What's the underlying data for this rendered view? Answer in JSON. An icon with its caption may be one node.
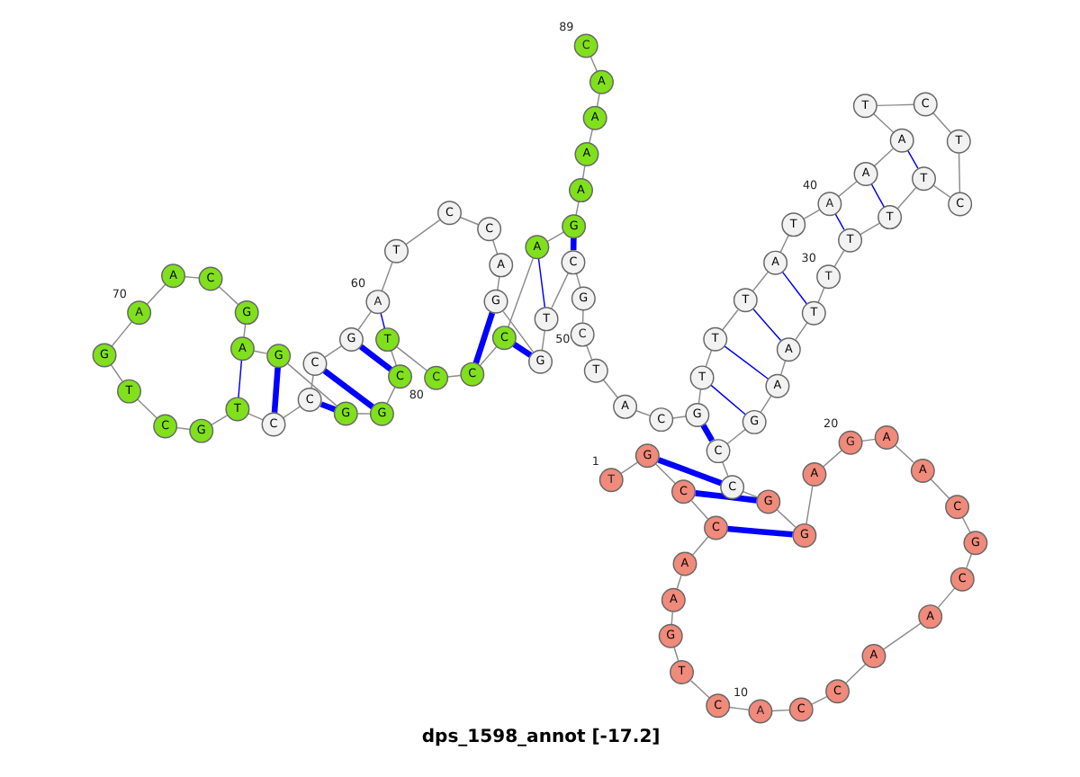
{
  "diagram": {
    "title": "dps_1598_annot [-17.2]",
    "nodes": [
      {
        "text": [
          "T"
        ],
        "beside": [
          "1"
        ]
      },
      {
        "text": [
          "G"
        ]
      },
      {
        "text": [
          "C"
        ]
      },
      {
        "text": [
          "C"
        ]
      },
      {
        "text": [
          "A"
        ]
      },
      {
        "text": [
          "A"
        ]
      },
      {
        "text": [
          "G"
        ]
      },
      {
        "text": [
          "T"
        ]
      },
      {
        "text": [
          "C"
        ]
      },
      {
        "text": [
          "A"
        ],
        "beside": [
          "10"
        ]
      },
      {
        "text": [
          "C"
        ]
      },
      {
        "text": [
          "C"
        ]
      },
      {
        "text": [
          "A"
        ]
      },
      {
        "text": [
          "A"
        ]
      },
      {
        "text": [
          "C"
        ]
      },
      {
        "text": [
          "G"
        ]
      },
      {
        "text": [
          "C"
        ]
      },
      {
        "text": [
          "A"
        ]
      },
      {
        "text": [
          "A"
        ]
      },
      {
        "text": [
          "G"
        ],
        "beside": [
          "20"
        ]
      },
      {
        "text": [
          "A"
        ]
      },
      {
        "text": [
          "G"
        ]
      },
      {
        "text": [
          "G"
        ]
      },
      {
        "text": [
          "C"
        ]
      },
      {
        "text": [
          "C"
        ]
      },
      {
        "text": [
          "G"
        ]
      },
      {
        "text": [
          "A"
        ]
      },
      {
        "text": [
          "A"
        ]
      },
      {
        "text": [
          "T"
        ]
      },
      {
        "text": [
          "T"
        ],
        "beside": [
          "30"
        ]
      },
      {
        "text": [
          "T"
        ]
      },
      {
        "text": [
          "T"
        ]
      },
      {
        "text": [
          "T"
        ]
      },
      {
        "text": [
          "C"
        ]
      },
      {
        "text": [
          "T"
        ]
      },
      {
        "text": [
          "C"
        ]
      },
      {
        "text": [
          "T"
        ]
      },
      {
        "text": [
          "A"
        ]
      },
      {
        "text": [
          "A"
        ]
      },
      {
        "text": [
          "A"
        ],
        "beside": [
          "40"
        ]
      },
      {
        "text": [
          "T"
        ]
      },
      {
        "text": [
          "A"
        ]
      },
      {
        "text": [
          "T"
        ]
      },
      {
        "text": [
          "T"
        ]
      },
      {
        "text": [
          "T"
        ]
      },
      {
        "text": [
          "G"
        ]
      },
      {
        "text": [
          "C"
        ]
      },
      {
        "text": [
          "A"
        ]
      },
      {
        "text": [
          "T"
        ]
      },
      {
        "text": [
          "C"
        ],
        "beside": [
          "50"
        ]
      },
      {
        "text": [
          "G"
        ]
      },
      {
        "text": [
          "C"
        ]
      },
      {
        "text": [
          "T"
        ]
      },
      {
        "text": [
          "G"
        ]
      },
      {
        "text": [
          "G"
        ]
      },
      {
        "text": [
          "A"
        ]
      },
      {
        "text": [
          "C"
        ]
      },
      {
        "text": [
          "C"
        ]
      },
      {
        "text": [
          "T"
        ]
      },
      {
        "text": [
          "A"
        ],
        "beside": [
          "60"
        ]
      },
      {
        "text": [
          "G"
        ]
      },
      {
        "text": [
          "C"
        ]
      },
      {
        "text": [
          "C"
        ]
      },
      {
        "text": [
          "C"
        ]
      },
      {
        "text": [
          "T"
        ]
      },
      {
        "text": [
          "G"
        ]
      },
      {
        "text": [
          "C"
        ]
      },
      {
        "text": [
          "T"
        ]
      },
      {
        "text": [
          "G"
        ]
      },
      {
        "text": [
          "A"
        ],
        "beside": [
          "70"
        ]
      },
      {
        "text": [
          "A"
        ]
      },
      {
        "text": [
          "C"
        ]
      },
      {
        "text": [
          "G"
        ]
      },
      {
        "text": [
          "A"
        ]
      },
      {
        "text": [
          "G"
        ]
      },
      {
        "text": [
          "G"
        ]
      },
      {
        "text": [
          "G"
        ]
      },
      {
        "text": [
          "C"
        ]
      },
      {
        "text": [
          "T"
        ]
      },
      {
        "text": [
          "C"
        ],
        "beside": [
          "80"
        ]
      },
      {
        "text": [
          "C"
        ]
      },
      {
        "text": [
          "C"
        ]
      },
      {
        "text": [
          "A"
        ]
      },
      {
        "text": [
          "G"
        ]
      },
      {
        "text": [
          "A"
        ]
      },
      {
        "text": [
          "A"
        ]
      },
      {
        "text": [
          "A"
        ]
      },
      {
        "text": [
          "A"
        ]
      },
      {
        "text": [
          "C"
        ],
        "beside": [
          "89"
        ]
      }
    ],
    "edges": [
      {
        "from": 0,
        "to": 1,
        "arrow": "none"
      },
      {
        "from": 1,
        "to": 2,
        "arrow": "none"
      },
      {
        "from": 2,
        "to": 3,
        "arrow": "none"
      },
      {
        "from": 3,
        "to": 4,
        "arrow": "none"
      },
      {
        "from": 4,
        "to": 5,
        "arrow": "none"
      },
      {
        "from": 5,
        "to": 6,
        "arrow": "none"
      },
      {
        "from": 6,
        "to": 7,
        "arrow": "none"
      },
      {
        "from": 7,
        "to": 8,
        "arrow": "none"
      },
      {
        "from": 8,
        "to": 9,
        "arrow": "none"
      },
      {
        "from": 9,
        "to": 10,
        "arrow": "none"
      },
      {
        "from": 10,
        "to": 11,
        "arrow": "none"
      },
      {
        "from": 11,
        "to": 12,
        "arrow": "none"
      },
      {
        "from": 12,
        "to": 13,
        "arrow": "none"
      },
      {
        "from": 13,
        "to": 14,
        "arrow": "none"
      },
      {
        "from": 14,
        "to": 15,
        "arrow": "none"
      },
      {
        "from": 15,
        "to": 16,
        "arrow": "none"
      },
      {
        "from": 16,
        "to": 17,
        "arrow": "none"
      },
      {
        "from": 17,
        "to": 18,
        "arrow": "none"
      },
      {
        "from": 18,
        "to": 19,
        "arrow": "none"
      },
      {
        "from": 19,
        "to": 20,
        "arrow": "none"
      },
      {
        "from": 20,
        "to": 21,
        "arrow": "none"
      },
      {
        "from": 21,
        "to": 22,
        "arrow": "none"
      },
      {
        "from": 22,
        "to": 23,
        "arrow": "none"
      },
      {
        "from": 23,
        "to": 24,
        "arrow": "none"
      },
      {
        "from": 24,
        "to": 25,
        "arrow": "none"
      },
      {
        "from": 25,
        "to": 26,
        "arrow": "none"
      },
      {
        "from": 26,
        "to": 27,
        "arrow": "none"
      },
      {
        "from": 27,
        "to": 28,
        "arrow": "none"
      },
      {
        "from": 28,
        "to": 29,
        "arrow": "none"
      },
      {
        "from": 29,
        "to": 30,
        "arrow": "none"
      },
      {
        "from": 30,
        "to": 31,
        "arrow": "none"
      },
      {
        "from": 31,
        "to": 32,
        "arrow": "none"
      },
      {
        "from": 32,
        "to": 33,
        "arrow": "none"
      },
      {
        "from": 33,
        "to": 34,
        "arrow": "none"
      },
      {
        "from": 34,
        "to": 35,
        "arrow": "none"
      },
      {
        "from": 35,
        "to": 36,
        "arrow": "none"
      },
      {
        "from": 36,
        "to": 37,
        "arrow": "none"
      },
      {
        "from": 37,
        "to": 38,
        "arrow": "none"
      },
      {
        "from": 38,
        "to": 39,
        "arrow": "none"
      },
      {
        "from": 39,
        "to": 40,
        "arrow": "none"
      },
      {
        "from": 40,
        "to": 41,
        "arrow": "none"
      },
      {
        "from": 41,
        "to": 42,
        "arrow": "none"
      },
      {
        "from": 42,
        "to": 43,
        "arrow": "none"
      },
      {
        "from": 43,
        "to": 44,
        "arrow": "none"
      },
      {
        "from": 44,
        "to": 45,
        "arrow": "none"
      },
      {
        "from": 45,
        "to": 46,
        "arrow": "none"
      },
      {
        "from": 46,
        "to": 47,
        "arrow": "none"
      },
      {
        "from": 47,
        "to": 48,
        "arrow": "none"
      },
      {
        "from": 48,
        "to": 49,
        "arrow": "none"
      },
      {
        "from": 49,
        "to": 50,
        "arrow": "none"
      },
      {
        "from": 50,
        "to": 51,
        "arrow": "none"
      },
      {
        "from": 51,
        "to": 52,
        "arrow": "none"
      },
      {
        "from": 52,
        "to": 53,
        "arrow": "none"
      },
      {
        "from": 53,
        "to": 54,
        "arrow": "none"
      },
      {
        "from": 54,
        "to": 55,
        "arrow": "none"
      },
      {
        "from": 55,
        "to": 56,
        "arrow": "none"
      },
      {
        "from": 56,
        "to": 57,
        "arrow": "none"
      },
      {
        "from": 57,
        "to": 58,
        "arrow": "none"
      },
      {
        "from": 58,
        "to": 59,
        "arrow": "none"
      },
      {
        "from": 59,
        "to": 60,
        "arrow": "none"
      },
      {
        "from": 60,
        "to": 61,
        "arrow": "none"
      },
      {
        "from": 61,
        "to": 62,
        "arrow": "none"
      },
      {
        "from": 62,
        "to": 63,
        "arrow": "none"
      },
      {
        "from": 63,
        "to": 64,
        "arrow": "none"
      },
      {
        "from": 64,
        "to": 65,
        "arrow": "none"
      },
      {
        "from": 65,
        "to": 66,
        "arrow": "none"
      },
      {
        "from": 66,
        "to": 67,
        "arrow": "none"
      },
      {
        "from": 67,
        "to": 68,
        "arrow": "none"
      },
      {
        "from": 68,
        "to": 69,
        "arrow": "none"
      },
      {
        "from": 69,
        "to": 70,
        "arrow": "none"
      },
      {
        "from": 70,
        "to": 71,
        "arrow": "none"
      },
      {
        "from": 71,
        "to": 72,
        "arrow": "none"
      },
      {
        "from": 72,
        "to": 73,
        "arrow": "none"
      },
      {
        "from": 73,
        "to": 74,
        "arrow": "none"
      },
      {
        "from": 74,
        "to": 75,
        "arrow": "none"
      },
      {
        "from": 75,
        "to": 76,
        "arrow": "none"
      },
      {
        "from": 76,
        "to": 77,
        "arrow": "none"
      },
      {
        "from": 77,
        "to": 78,
        "arrow": "none"
      },
      {
        "from": 78,
        "to": 79,
        "arrow": "none"
      },
      {
        "from": 79,
        "to": 80,
        "arrow": "none"
      },
      {
        "from": 80,
        "to": 81,
        "arrow": "none"
      },
      {
        "from": 81,
        "to": 82,
        "arrow": "none"
      },
      {
        "from": 82,
        "to": 83,
        "arrow": "none"
      },
      {
        "from": 83,
        "to": 84,
        "arrow": "none"
      },
      {
        "from": 84,
        "to": 85,
        "arrow": "none"
      },
      {
        "from": 85,
        "to": 86,
        "arrow": "none"
      },
      {
        "from": 86,
        "to": 87,
        "arrow": "none"
      },
      {
        "from": 87,
        "to": 88,
        "arrow": "none"
      },
      {
        "from": 1,
        "to": 23,
        "arrow": "none",
        "style": "thick",
        "color": "#0000ff"
      },
      {
        "from": 2,
        "to": 22,
        "arrow": "none",
        "style": "thick",
        "color": "#0000ff"
      },
      {
        "from": 3,
        "to": 21,
        "arrow": "none",
        "style": "thick",
        "color": "#0000ff"
      },
      {
        "from": 24,
        "to": 45,
        "arrow": "none",
        "style": "thick",
        "color": "#0000ff"
      },
      {
        "from": 25,
        "to": 44,
        "arrow": "none",
        "color": "#0000ff"
      },
      {
        "from": 26,
        "to": 43,
        "arrow": "none",
        "color": "#0000ff"
      },
      {
        "from": 27,
        "to": 42,
        "arrow": "none",
        "color": "#0000ff"
      },
      {
        "from": 28,
        "to": 41,
        "arrow": "none",
        "color": "#0000ff"
      },
      {
        "from": 30,
        "to": 39,
        "arrow": "none",
        "color": "#0000ff"
      },
      {
        "from": 31,
        "to": 38,
        "arrow": "none",
        "color": "#0000ff"
      },
      {
        "from": 32,
        "to": 37,
        "arrow": "none",
        "color": "#0000ff"
      },
      {
        "from": 51,
        "to": 83,
        "arrow": "none",
        "style": "thick",
        "color": "#0000ff"
      },
      {
        "from": 52,
        "to": 82,
        "arrow": "none",
        "color": "#0000ff"
      },
      {
        "from": 53,
        "to": 81,
        "arrow": "none",
        "style": "thick",
        "color": "#0000ff"
      },
      {
        "from": 54,
        "to": 80,
        "arrow": "none",
        "style": "thick",
        "color": "#0000ff"
      },
      {
        "from": 59,
        "to": 78,
        "arrow": "none",
        "color": "#0000ff"
      },
      {
        "from": 60,
        "to": 77,
        "arrow": "none",
        "style": "thick",
        "color": "#0000ff"
      },
      {
        "from": 61,
        "to": 76,
        "arrow": "none",
        "style": "thick",
        "color": "#0000ff"
      },
      {
        "from": 62,
        "to": 75,
        "arrow": "none",
        "style": "thick",
        "color": "#0000ff"
      },
      {
        "from": 63,
        "to": 74,
        "arrow": "none",
        "style": "thick",
        "color": "#0000ff"
      },
      {
        "from": 64,
        "to": 73,
        "arrow": "none",
        "color": "#0000ff"
      }
    ]
  }
}
